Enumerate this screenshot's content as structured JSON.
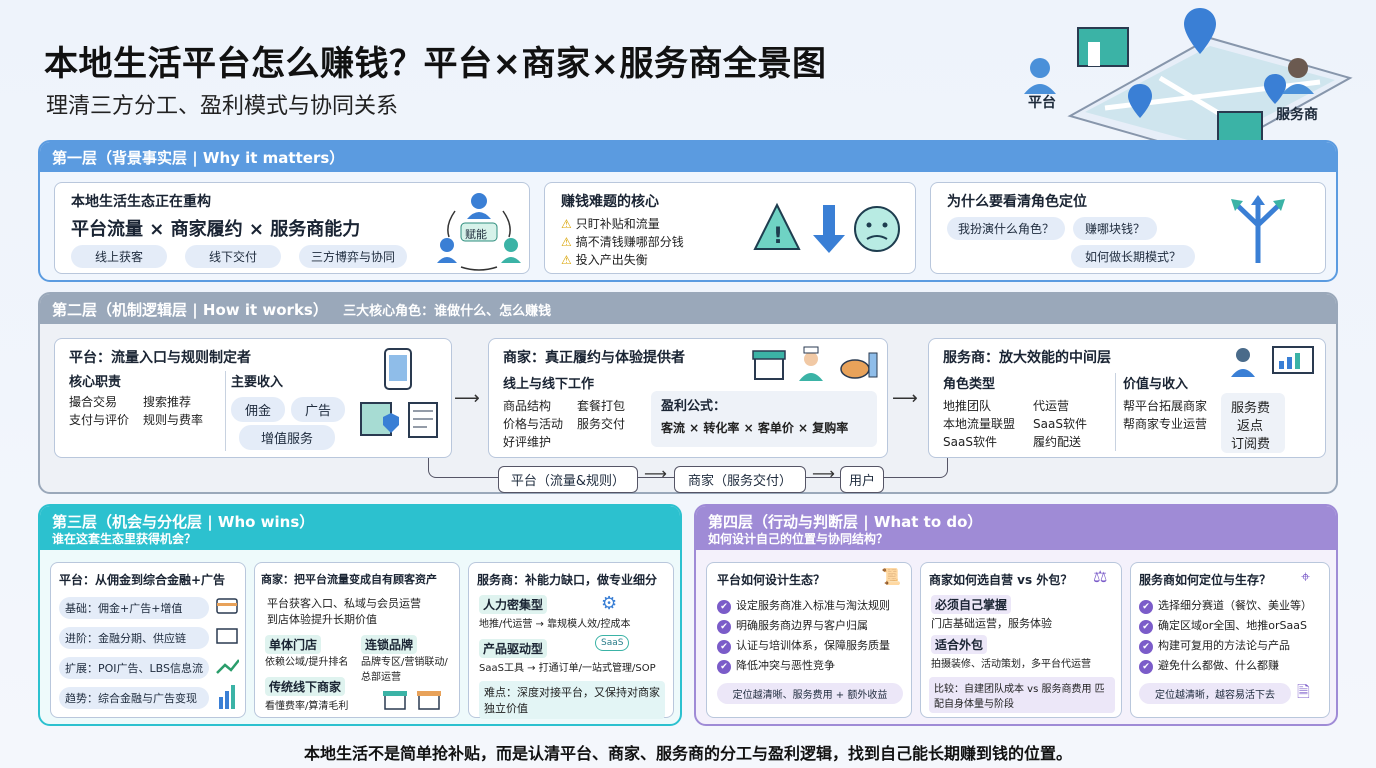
{
  "title": "本地生活平台怎么赚钱？平台×商家×服务商全景图",
  "subtitle": "理清三方分工、盈利模式与协同关系",
  "hero": {
    "platform": "平台",
    "provider": "服务商"
  },
  "l1": {
    "header": "第一层（背景事实层 | Why it matters）",
    "c1": {
      "title": "本地生活生态正在重构",
      "main": "平台流量 × 商家履约 × 服务商能力",
      "pills": [
        "线上获客",
        "线下交付",
        "三方博弈与协同"
      ],
      "center": "赋能"
    },
    "c2": {
      "title": "赚钱难题的核心",
      "items": [
        "只盯补贴和流量",
        "搞不清钱赚哪部分钱",
        "投入产出失衡"
      ]
    },
    "c3": {
      "title": "为什么要看清角色定位",
      "pills": [
        "我扮演什么角色？",
        "赚哪块钱？",
        "如何做长期模式？"
      ]
    }
  },
  "l2": {
    "header": "第二层（机制逻辑层 | How it works）",
    "header2": "三大核心角色：谁做什么、怎么赚钱",
    "p": {
      "title": "平台：流量入口与规则制定者",
      "h1": "核心职责",
      "d1": [
        "撮合交易",
        "支付与评价"
      ],
      "d2": [
        "搜索推荐",
        "规则与费率"
      ],
      "h2": "主要收入",
      "r": [
        "佣金",
        "广告",
        "增值服务"
      ]
    },
    "m": {
      "title": "商家：真正履约与体验提供者",
      "h": "线上与线下工作",
      "d1": [
        "商品结构",
        "价格与活动",
        "好评维护"
      ],
      "d2": [
        "套餐打包",
        "服务交付"
      ],
      "fh": "盈利公式：",
      "f": "客流 × 转化率 × 客单价 × 复购率"
    },
    "s": {
      "title": "服务商：放大效能的中间层",
      "h1": "角色类型",
      "d1": [
        "地推团队",
        "本地流量联盟",
        "SaaS软件"
      ],
      "d2": [
        "代运营",
        "SaaS软件",
        "履约配送"
      ],
      "h2": "价值与收入",
      "d3": [
        "帮平台拓展商家",
        "帮商家专业运营"
      ],
      "r": [
        "服务费",
        "返点",
        "订阅费"
      ]
    },
    "flow": [
      "平台（流量&规则）",
      "商家（服务交付）",
      "用户"
    ]
  },
  "l3": {
    "header": "第三层（机会与分化层 | Who wins）",
    "sub": "谁在这套生态里获得机会？",
    "c1": {
      "title": "平台：从佣金到综合金融+广告",
      "rows": [
        "基础：佣金+广告+增值",
        "进阶：金融分期、供应链",
        "扩展：POI广告、LBS信息流",
        "趋势：综合金融与广告变现"
      ]
    },
    "c2": {
      "title": "商家：把平台流量变成自有顾客资产",
      "desc": [
        "平台获客入口、私域与会员运营",
        "到店体验提升长期价值"
      ],
      "b": [
        {
          "h": "单体门店",
          "d": "依赖公域/提升排名"
        },
        {
          "h": "连锁品牌",
          "d": "品牌专区/营销联动/总部运营"
        },
        {
          "h": "传统线下商家",
          "d": "看懂费率/算清毛利"
        }
      ]
    },
    "c3": {
      "title": "服务商：补能力缺口，做专业细分",
      "b": [
        {
          "h": "人力密集型",
          "d": "地推/代运营 → 靠规模人效/控成本"
        },
        {
          "h": "产品驱动型",
          "d": "SaaS工具 → 打通订单/一站式管理/SOP"
        }
      ],
      "note": "难点：深度对接平台，又保持对商家独立价值",
      "saas": "SaaS"
    }
  },
  "l4": {
    "header": "第四层（行动与判断层 | What to do）",
    "sub": "如何设计自己的位置与协同结构？",
    "c1": {
      "title": "平台如何设计生态？",
      "items": [
        "设定服务商准入标准与淘汰规则",
        "明确服务商边界与客户归属",
        "认证与培训体系，保障服务质量",
        "降低冲突与恶性竞争"
      ],
      "foot": "定位越清晰、服务费用 + 额外收益"
    },
    "c2": {
      "title": "商家如何选自营 vs 外包？",
      "h1": "必须自己掌握",
      "d1": "门店基础运营，服务体验",
      "h2": "适合外包",
      "d2": "拍摄装修、活动策划，多平台代运营",
      "foot": "比较：自建团队成本 vs 服务商费用 匹配自身体量与阶段"
    },
    "c3": {
      "title": "服务商如何定位与生存？",
      "items": [
        "选择细分赛道（餐饮、美业等）",
        "确定区域or全国、地推orSaaS",
        "构建可复用的方法论与产品",
        "避免什么都做、什么都赚"
      ],
      "foot": "定位越清晰，越容易活下去"
    }
  },
  "footer": "本地生活不是简单抢补贴，而是认清平台、商家、服务商的分工与盈利逻辑，找到自己能长期赚到钱的位置。",
  "colors": {
    "l1": "#5b9be0",
    "l2": "#9aa8ba",
    "l3": "#2cc1cf",
    "l4": "#9f8bd6"
  }
}
